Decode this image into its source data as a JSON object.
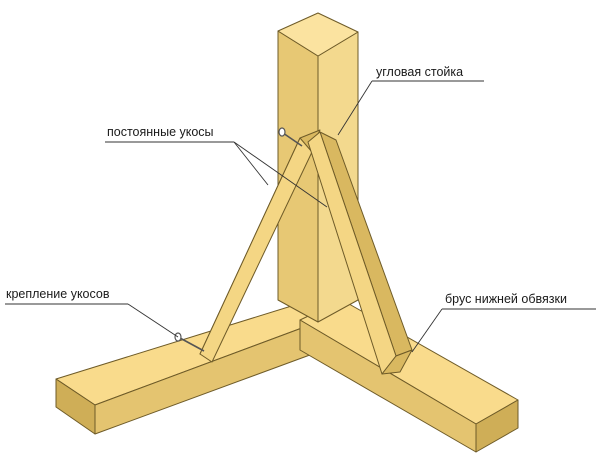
{
  "labels": {
    "corner_post": "угловая стойка",
    "permanent_braces": "постоянные укосы",
    "brace_fastening": "крепление укосов",
    "bottom_plate_beam": "брус нижней обвязки"
  },
  "colors": {
    "wood_light": "#F9DB8C",
    "wood_mid": "#E4C470",
    "wood_dark": "#CFAE57",
    "outline": "#6E5B28"
  }
}
